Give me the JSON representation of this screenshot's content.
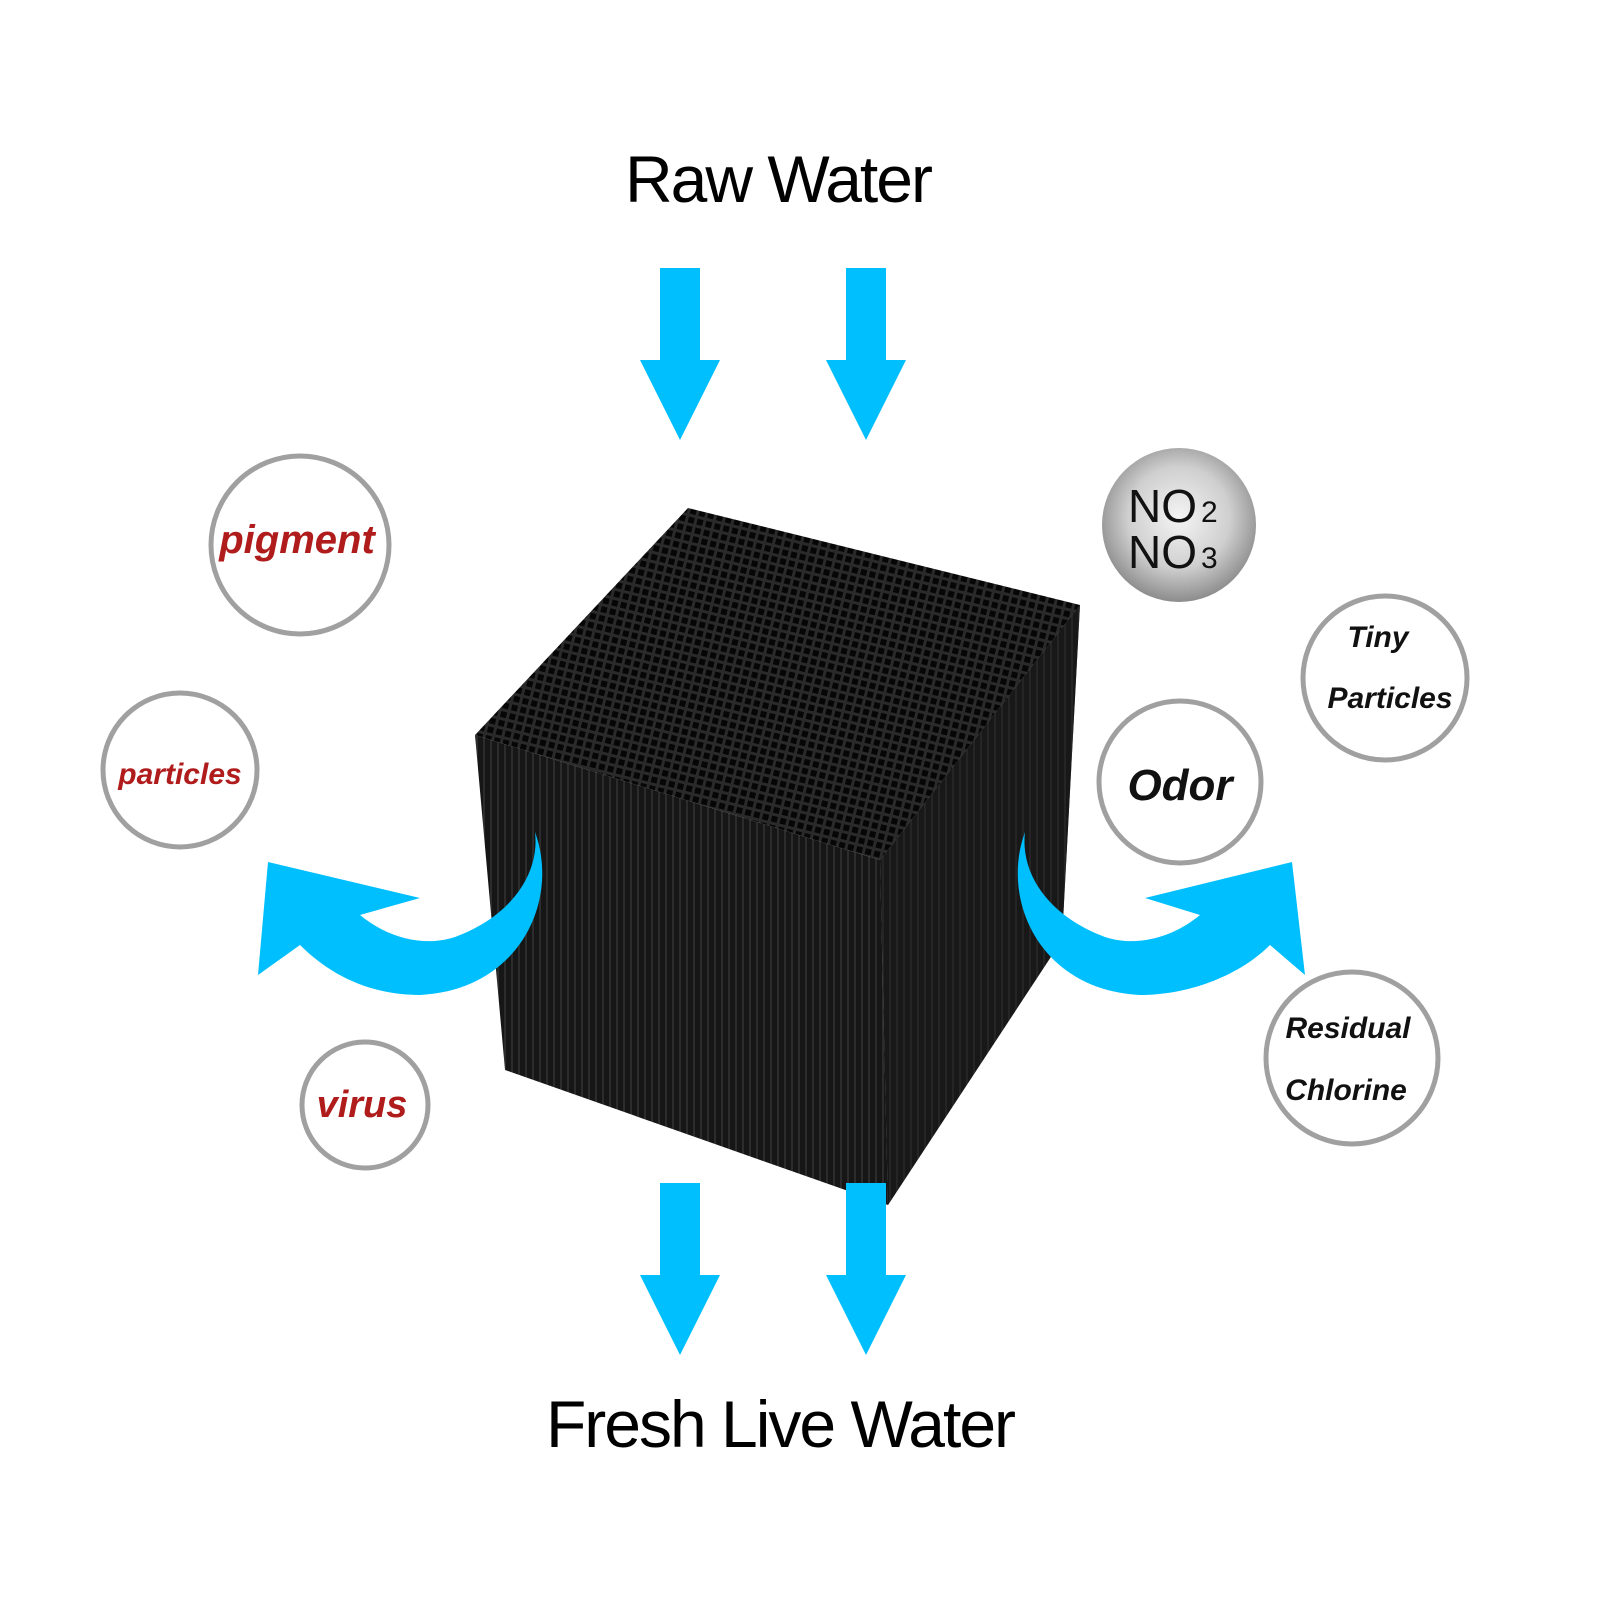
{
  "title_top": "Raw Water",
  "title_bottom": "Fresh Live Water",
  "colors": {
    "arrow": "#00bfff",
    "ring": "#a0a0a0",
    "red_label": "#b01c1c"
  },
  "contaminants_left": [
    {
      "label": "pigment"
    },
    {
      "label": "particles"
    },
    {
      "label": "virus"
    }
  ],
  "contaminants_right": {
    "chem": {
      "line1": "NO",
      "sub1": "2",
      "line2": "NO",
      "sub2": "3"
    },
    "tiny": {
      "line1": "Tiny",
      "line2": "Particles"
    },
    "odor": {
      "label": "Odor"
    },
    "residual": {
      "line1": "Residual",
      "line2": "Chlorine"
    }
  }
}
